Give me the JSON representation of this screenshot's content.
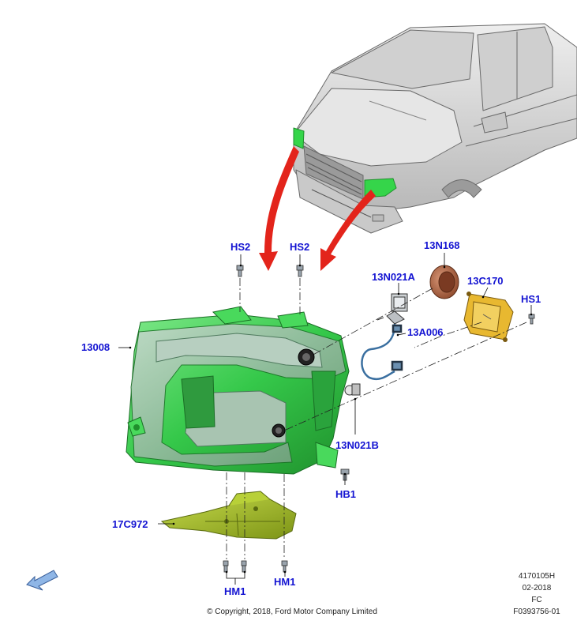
{
  "callouts": {
    "hs2_left": "HS2",
    "hs2_right": "HS2",
    "n13N168": "13N168",
    "n13N021A": "13N021A",
    "n13C170": "13C170",
    "hs1": "HS1",
    "n13008": "13008",
    "n13A006": "13A006",
    "n13N021B": "13N021B",
    "hb1": "HB1",
    "n17C972": "17C972",
    "hm1_left": "HM1",
    "hm1_right": "HM1"
  },
  "meta": {
    "ref_number": "4170105H",
    "date": "02-2018",
    "code": "FC",
    "figure_id": "F0393756-01",
    "copyright": "© Copyright, 2018, Ford Motor Company Limited"
  },
  "colors": {
    "callout_text": "#1414d2",
    "arrow_red": "#e3241b",
    "headlamp_green": "#35d54a",
    "bracket_olive": "#a8c81e",
    "truck_grey": "#d4d4d4",
    "module_amber": "#e8b830",
    "cap_copper": "#b0633e"
  },
  "icons": {
    "direction_arrow": "front-direction-arrow-icon"
  }
}
